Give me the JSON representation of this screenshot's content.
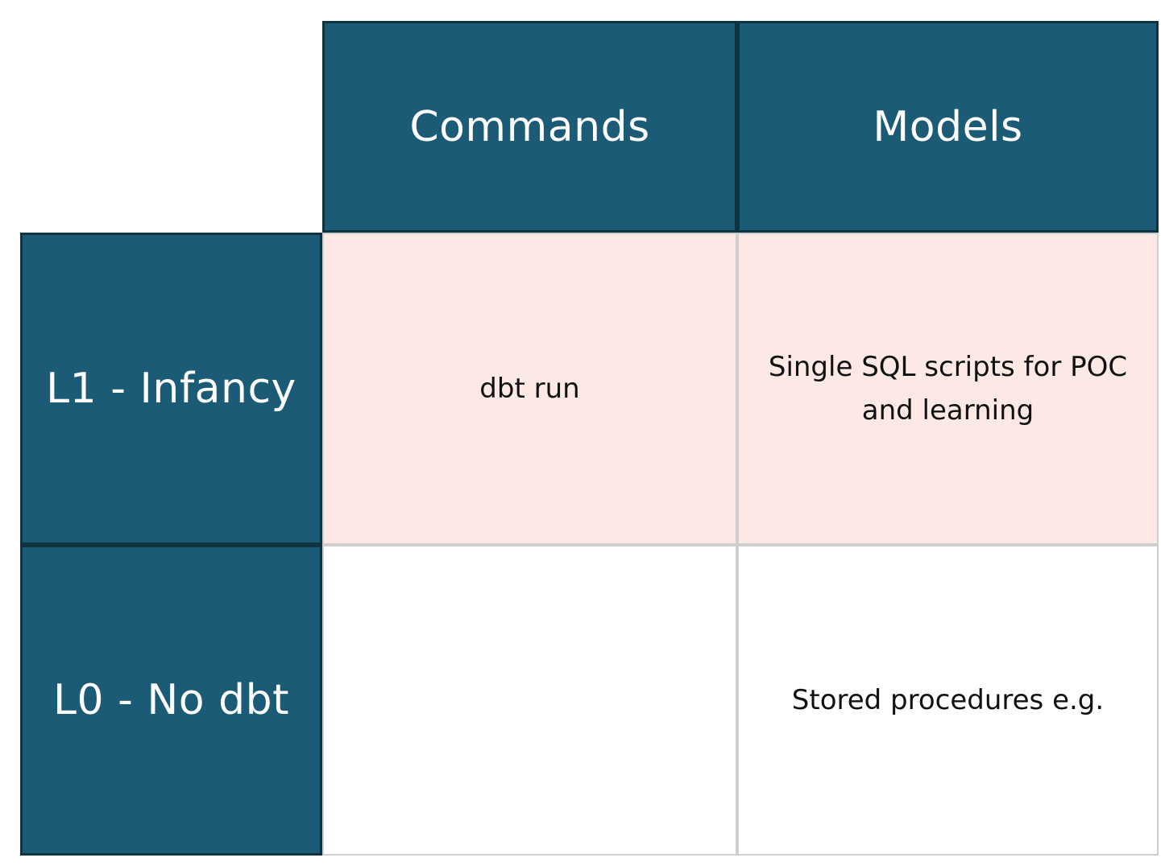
{
  "table": {
    "column_headers": [
      "Commands",
      "Models"
    ],
    "row_headers": [
      "L1 - Infancy",
      "L0 - No dbt"
    ],
    "cells": {
      "l1_commands": "dbt run",
      "l1_models": "Single SQL scripts for POC\nand learning",
      "l0_commands": "",
      "l0_models": "Stored procedures e.g."
    },
    "highlighted_row": "L1 - Infancy",
    "colors": {
      "header_background": "#1b5b76",
      "header_border": "#0d3440",
      "header_text": "#fdfdfd",
      "highlight_row_background": "#fce9e5",
      "cell_border": "#cfcfcf",
      "cell_text": "#111111",
      "page_background": "#ffffff"
    }
  }
}
